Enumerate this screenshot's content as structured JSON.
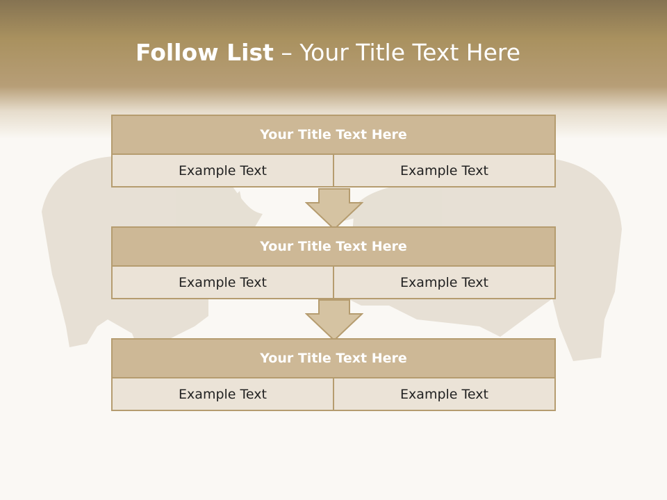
{
  "slide": {
    "title_bold": "Follow List",
    "title_rest": " – Your Title Text Here"
  },
  "steps": [
    {
      "title": "Your Title Text Here",
      "left": "Example Text",
      "right": "Example Text"
    },
    {
      "title": "Your Title Text Here",
      "left": "Example Text",
      "right": "Example Text"
    },
    {
      "title": "Your Title Text Here",
      "left": "Example Text",
      "right": "Example Text"
    }
  ],
  "colors": {
    "header_top": "#857352",
    "header_mid": "#b79e77",
    "block_head": "#cdb896",
    "block_body": "#ebe3d7",
    "border": "#b59c6f",
    "arrow": "#d5c3a2"
  },
  "background_image": "rhinoceros-pair-faded"
}
